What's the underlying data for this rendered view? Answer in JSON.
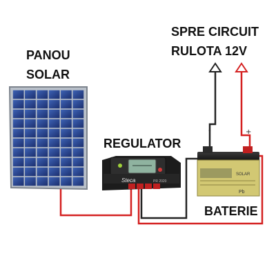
{
  "labels": {
    "panel_line1": "PANOU",
    "panel_line2": "SOLAR",
    "regulator": "REGULATOR",
    "circuit_line1": "SPRE CIRCUIT",
    "circuit_line2": "RULOTA 12V",
    "battery": "BATERIE",
    "negative": "-",
    "positive": "+",
    "brand": "Steca",
    "model": "PR 2020",
    "battery_brand": "SOLAR",
    "battery_code": "Pb"
  },
  "wire_colors": {
    "negative": "#222222",
    "positive": "#d42020"
  },
  "icons": [
    "solar-panel",
    "charge-regulator",
    "battery",
    "arrow-up-black",
    "arrow-up-red"
  ]
}
